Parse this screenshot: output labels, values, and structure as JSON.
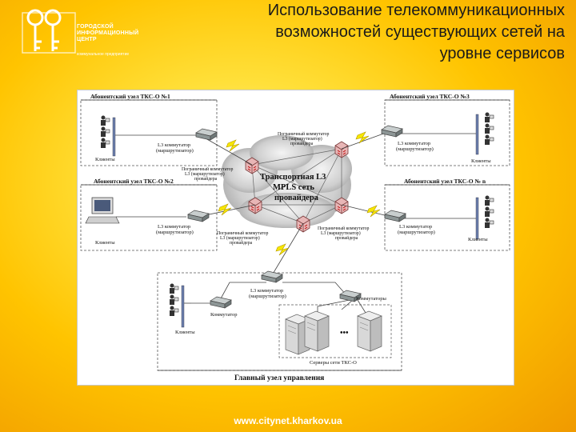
{
  "logo": {
    "line1": "ГОРОДСКОЙ",
    "line2": "ИНФОРМАЦИОННЫЙ",
    "line3": "ЦЕНТР",
    "sub": "коммунальное предприятие"
  },
  "title": {
    "line1": "Использование телекоммуникационных",
    "line2": "возможностей существующих сетей на",
    "line3": "уровне сервисов"
  },
  "diagram": {
    "node1": {
      "title": "Абонентский узел ТКС-О №1",
      "switch": [
        "L3 коммутатор",
        "(маршрутизатор)"
      ],
      "clients": "Клиенты"
    },
    "node2": {
      "title": "Абонентский узел ТКС-О №2",
      "switch": [
        "L3 коммутатор",
        "(маршрутизатор)"
      ],
      "clients": "Клиенты"
    },
    "node3": {
      "title": "Абонентский узел ТКС-О №3",
      "switch": [
        "L3 коммутатор",
        "(маршрутизатор)"
      ],
      "clients": "Клиенты"
    },
    "noden": {
      "title": "Абонентский узел ТКС-О № n",
      "switch": [
        "L3 коммутатор",
        "(маршрутизатор)"
      ],
      "clients": "Клиенты"
    },
    "cloud": [
      "Транспортная L3",
      "MPLS сеть",
      "провайдера"
    ],
    "edge_top": [
      "Пограничный коммутатор",
      "L3 (маршрутизатор)",
      "провайдера"
    ],
    "edge_left": [
      "Пограничный коммутатор",
      "L3 (маршрутизатор)",
      "провайдера"
    ],
    "edge_bottom_left": [
      "Пограничный коммутатор",
      "L3 (маршрутизатор)",
      "провайдера"
    ],
    "edge_bottom_right": [
      "Пограничный коммутатор",
      "L3 (маршрутизатор)",
      "провайдера"
    ],
    "main": {
      "title": "Главный узел управления",
      "l3": [
        "L3 коммутатор",
        "(маршрутизатор)"
      ],
      "switch": "Коммутатор",
      "switches": "Коммутаторы",
      "clients": "Клиенты",
      "servers": "Серверы сети ТКС-О",
      "dots": "•••"
    }
  },
  "footer": {
    "url": "www.citynet.kharkov.ua"
  },
  "colors": {
    "accent": "#ffc400",
    "router": "#e8b6b6",
    "switch": "#a7b0b0"
  }
}
